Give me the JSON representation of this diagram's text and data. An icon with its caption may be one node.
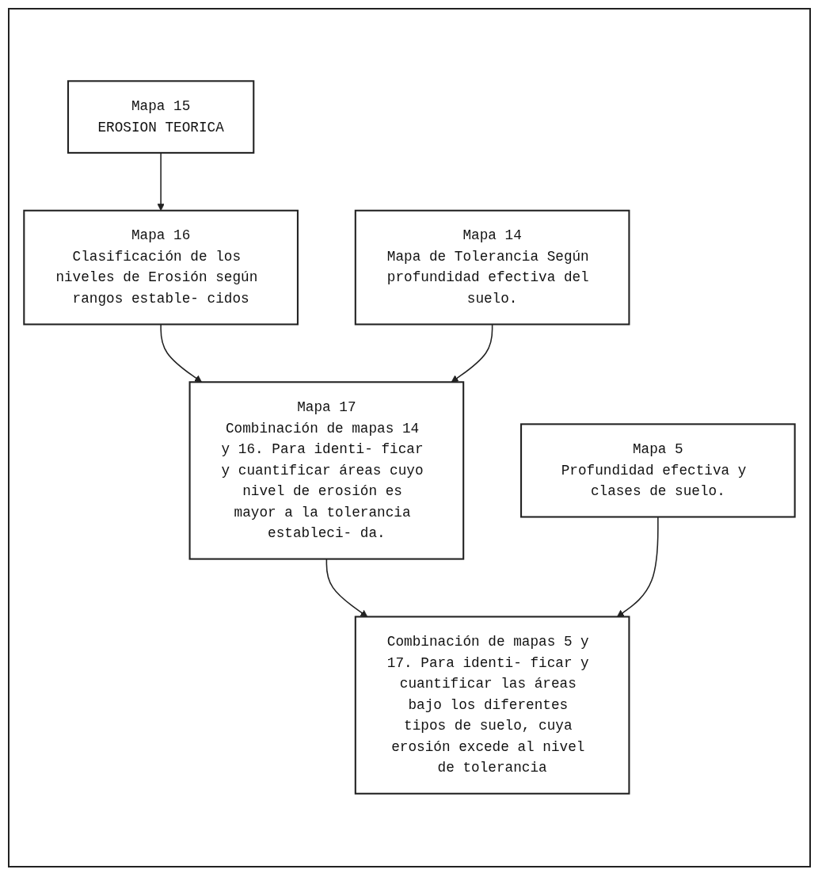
{
  "diagram": {
    "nodes": [
      {
        "text": [
          "Mapa 15",
          "EROSION TEORICA"
        ]
      },
      {
        "text": [
          "Mapa 16",
          "Clasificación de los niveles de Erosión según rangos estable- cidos"
        ]
      },
      {
        "text": [
          "Mapa 14",
          "Mapa de Tolerancia Según profundidad efectiva del suelo."
        ]
      },
      {
        "text": [
          "Mapa 17",
          "Combinación de mapas 14 y 16. Para identi- ficar y cuantificar áreas cuyo nivel de erosión es mayor a la tolerancia estableci- da."
        ]
      },
      {
        "text": [
          "Mapa 5",
          "Profundidad efectiva y clases de suelo."
        ]
      },
      {
        "text": [
          "Combinación de mapas 5 y 17. Para identi- ficar y cuantificar las áreas bajo los diferentes tipos de suelo, cuya erosión excede al nivel de tolerancia"
        ]
      }
    ],
    "edges": [
      {
        "from": 0,
        "to": 1,
        "arrow": "to"
      },
      {
        "from": 1,
        "to": 3,
        "arrow": "to"
      },
      {
        "from": 2,
        "to": 3,
        "arrow": "to"
      },
      {
        "from": 3,
        "to": 5,
        "arrow": "to"
      },
      {
        "from": 4,
        "to": 5,
        "arrow": "to"
      }
    ]
  }
}
